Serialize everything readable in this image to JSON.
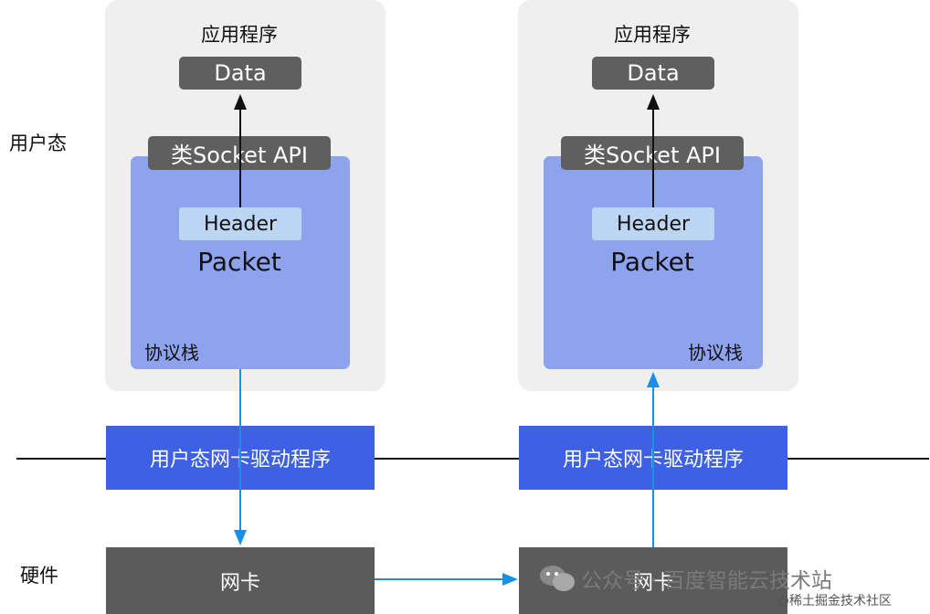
{
  "layers": {
    "user": "用户态",
    "hardware": "硬件"
  },
  "left": {
    "app_title": "应用程序",
    "data_label": "Data",
    "api_label": "类Socket API",
    "header_label": "Header",
    "packet_label": "Packet",
    "stack_label": "协议栈",
    "driver_label": "用户态网卡驱动程序",
    "nic_label": "网卡"
  },
  "right": {
    "app_title": "应用程序",
    "data_label": "Data",
    "api_label": "类Socket API",
    "header_label": "Header",
    "packet_label": "Packet",
    "stack_label": "协议栈",
    "driver_label": "用户态网卡驱动程序",
    "nic_label": "网卡"
  },
  "watermark": {
    "text": "公众号 · 百度智能云技术站",
    "sub": "@稀土掘金技术社区"
  },
  "colors": {
    "link_blue": "#1a8fe6",
    "driver_blue": "#3e60e2",
    "stack_blue": "#8ea3ee"
  }
}
